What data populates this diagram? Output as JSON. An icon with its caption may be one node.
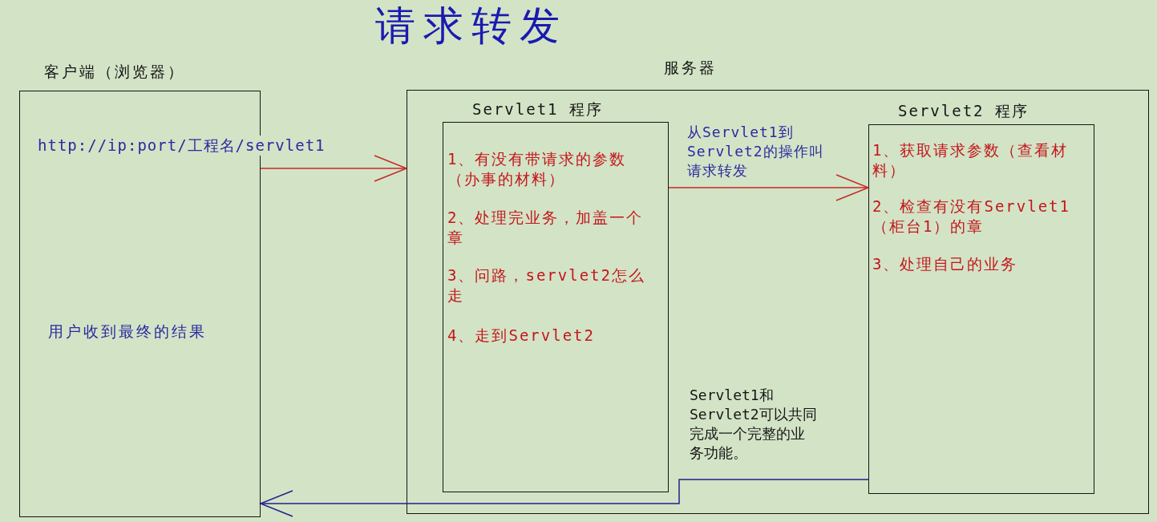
{
  "diagram": {
    "title": "请求转发",
    "nodes": [
      {
        "text": [
          "客户端（浏览器）",
          "用户收到最终的结果"
        ]
      },
      {
        "text": [
          "服务器"
        ]
      },
      {
        "text": [
          "Servlet1 程序",
          "1、有没有带请求的参数（办事的材料）",
          "2、处理完业务，加盖一个章",
          "3、问路，servlet2怎么走",
          "4、走到Servlet2"
        ],
        "in": 1
      },
      {
        "text": [
          "Servlet2 程序",
          "1、获取请求参数（查看材料）",
          "2、检查有没有Servlet1（柜台1）的章",
          "3、处理自己的业务"
        ],
        "in": 1
      }
    ],
    "edges": [
      {
        "from": 0,
        "to": 1,
        "arrow": "to",
        "label": "http://ip:port/工程名/servlet1"
      },
      {
        "from": 2,
        "to": 3,
        "arrow": "to",
        "label": "从Servlet1到Servlet2的操作叫请求转发"
      },
      {
        "from": 3,
        "to": 0,
        "arrow": "to",
        "color": "#22228c"
      }
    ],
    "labels": [
      "Servlet1和Servlet2可以共同完成一个完整的业务功能。"
    ]
  }
}
